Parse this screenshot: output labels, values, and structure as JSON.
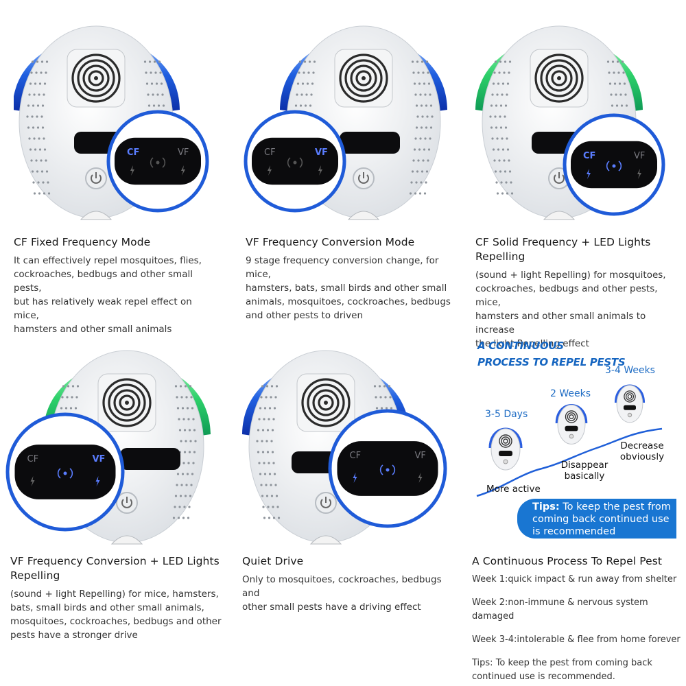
{
  "colors": {
    "blue_glow": "#1f5fe0",
    "green_glow": "#2dd06a",
    "panel_black": "#0b0b0d",
    "active_led": "#5a7dff",
    "tips_bg": "#1976d2",
    "heading_blue": "#1565c0"
  },
  "modes": [
    {
      "title": "CF Fixed Frequency Mode",
      "description": "It can effectively repel mosquitoes, flies, cockroaches, bedbugs and other small pests, but has relatively weak repel effect on mice, hamsters and other small animals",
      "desc_lines": [
        "It can effectively repel mosquitoes, flies,",
        "cockroaches, bedbugs and other small pests,",
        "but has relatively weak repel effect on mice,",
        "hamsters and other small animals"
      ],
      "glow": "blue",
      "panel": {
        "cf": "CF",
        "vf": "VF",
        "active": "cf"
      }
    },
    {
      "title": "VF Frequency Conversion Mode",
      "description": "9 stage frequency conversion change, for mice, hamsters, bats, small birds and other small animals, mosquitoes, cockroaches, bedbugs and other pests to driven",
      "desc_lines": [
        "9 stage frequency conversion change, for mice,",
        "hamsters, bats, small birds and other small",
        "animals, mosquitoes, cockroaches, bedbugs",
        "and other pests to driven"
      ],
      "glow": "blue",
      "panel": {
        "cf": "CF",
        "vf": "VF",
        "active": "vf"
      }
    },
    {
      "title": "CF Solid Frequency + LED Lights Repelling",
      "title_lines": [
        "CF Solid Frequency + LED Lights",
        "Repelling"
      ],
      "description": "(sound + light Repelling) for mosquitoes, cockroaches, bedbugs and other pests, mice, hamsters and other small animals to increase the light Repelling effect",
      "desc_lines": [
        "(sound + light Repelling) for mosquitoes,",
        "cockroaches, bedbugs and other pests, mice,",
        "hamsters and other small animals to increase",
        "the light Repelling effect"
      ],
      "glow": "green",
      "panel": {
        "cf": "CF",
        "vf": "VF",
        "active": "cf-led"
      }
    },
    {
      "title": "VF Frequency Conversion + LED Lights Repelling",
      "title_lines": [
        "VF Frequency Conversion + LED Lights",
        "Repelling"
      ],
      "description": "(sound + light Repelling) for mice, hamsters, bats, small birds and other small animals, mosquitoes, cockroaches, bedbugs and other pests have a stronger drive",
      "desc_lines": [
        "(sound + light Repelling) for mice, hamsters,",
        "bats, small birds and other small animals,",
        "mosquitoes, cockroaches, bedbugs and other",
        "pests have a stronger drive"
      ],
      "glow": "green",
      "panel": {
        "cf": "CF",
        "vf": "VF",
        "active": "vf-led"
      }
    },
    {
      "title": "Quiet Drive",
      "description": "Only to mosquitoes, cockroaches, bedbugs and other small pests have a driving effect",
      "desc_lines": [
        "Only to mosquitoes, cockroaches, bedbugs and",
        "other small pests have a driving effect"
      ],
      "glow": "blue",
      "panel": {
        "cf": "CF",
        "vf": "VF",
        "active": "quiet"
      }
    }
  ],
  "process_graphic": {
    "heading_lines": [
      "A CONTINUOUS",
      "PROCESS TO REPEL PESTS"
    ],
    "stage_labels": [
      "3-5 Days",
      "2 Weeks",
      "3-4 Weeks"
    ],
    "effect_labels": [
      "More active",
      "Disappear\nbasically",
      "Decrease\nobviously"
    ],
    "effect_more_active": "More active",
    "effect_disappear": [
      "Disappear",
      "basically"
    ],
    "effect_decrease": [
      "Decrease",
      "obviously"
    ],
    "tips_label": "Tips:",
    "tips_lines": [
      " To keep the pest from",
      "coming back continued use",
      "is recommended"
    ]
  },
  "process_text": {
    "title": "A Continuous Process To Repel Pest",
    "week1": "Week 1:quick impact & run away from shelter",
    "week2_lines": [
      "Week 2:non-immune & nervous system",
      "damaged"
    ],
    "week2": "Week 2:non-immune & nervous system damaged",
    "week34": "Week 3-4:intolerable & flee from home forever",
    "tips_lines": [
      "Tips: To keep the pest from coming back",
      "continued use is recommended."
    ],
    "tips": "Tips: To keep the pest from coming back continued use is recommended."
  }
}
